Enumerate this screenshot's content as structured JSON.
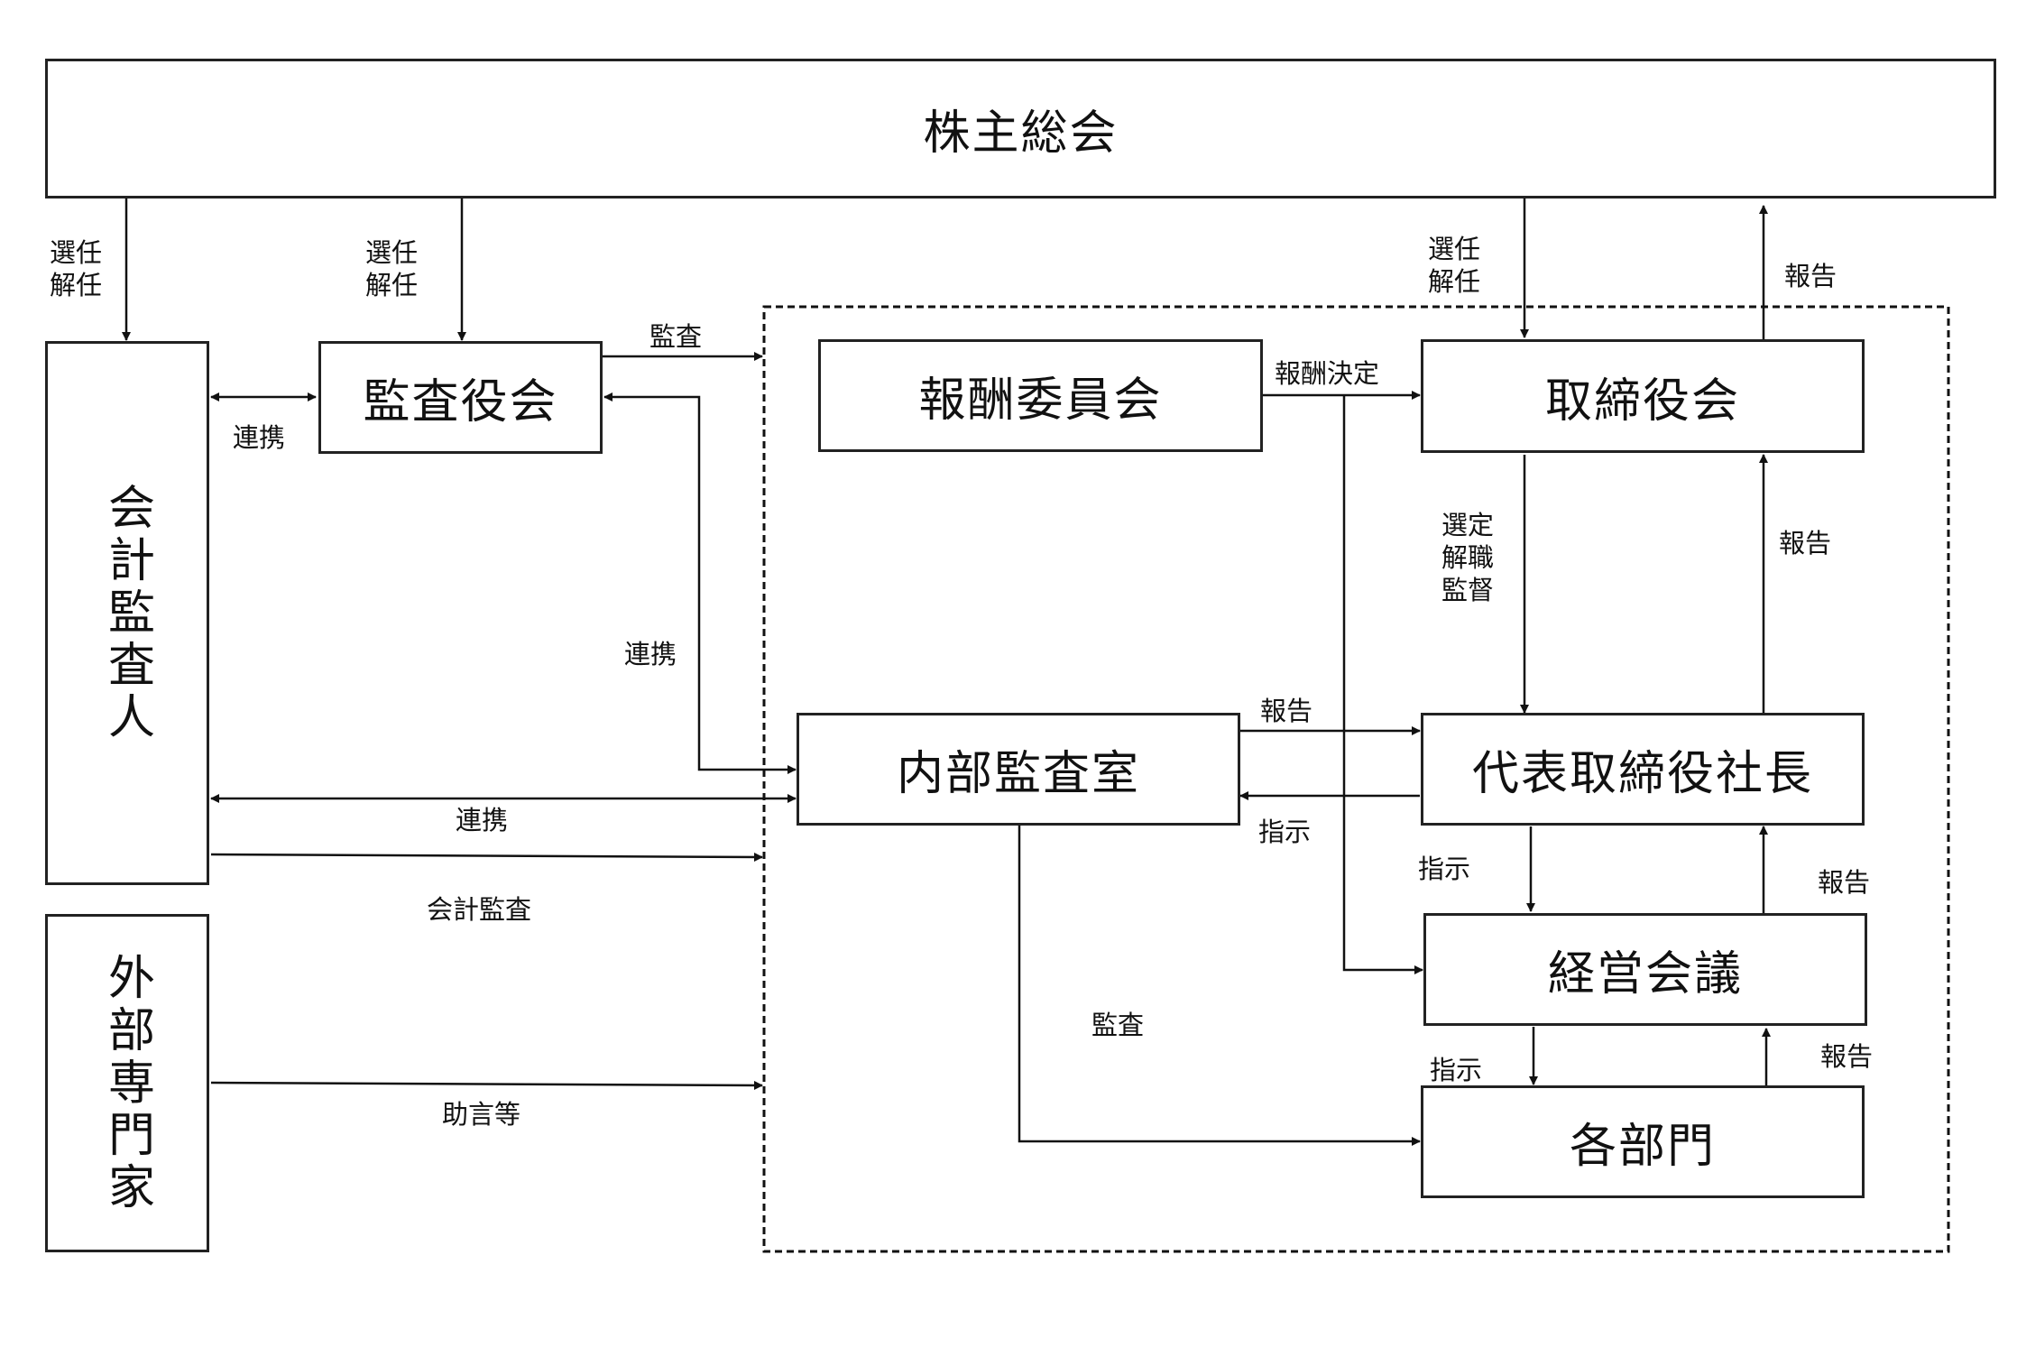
{
  "boxes": {
    "shareholders": "株主総会",
    "audit_board": "監査役会",
    "accounting_auditor": "会計監査人",
    "external_experts": "外部専門家",
    "compensation_committee": "報酬委員会",
    "board_of_directors": "取締役会",
    "internal_audit": "内部監査室",
    "president": "代表取締役社長",
    "management_meeting": "経営会議",
    "departments": "各部門"
  },
  "labels": {
    "appoint_dismiss_1": "選任\n解任",
    "appoint_dismiss_2": "選任\n解任",
    "appoint_dismiss_3": "選任\n解任",
    "report_top": "報告",
    "audit_top": "監査",
    "cooperation_top": "連携",
    "cooperation_middle": "連携",
    "cooperation_lower": "連携",
    "accounting_audit": "会計監査",
    "advice": "助言等",
    "compensation_decision": "報酬決定",
    "select_dismiss_supervise": "選定\n解職\n監督",
    "report_board": "報告",
    "report_internal": "報告",
    "instruction_internal": "指示",
    "instruction_meeting": "指示",
    "report_meeting": "報告",
    "audit_departments": "監査",
    "instruction_departments": "指示",
    "report_departments": "報告"
  }
}
